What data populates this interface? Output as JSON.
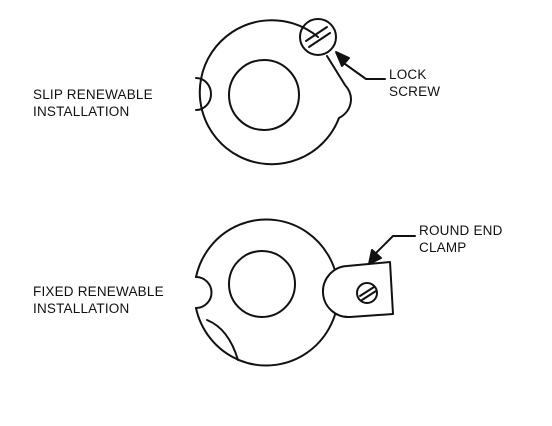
{
  "colors": {
    "ink": "#111111",
    "background": "#ffffff"
  },
  "labels": {
    "slip": {
      "line1": "SLIP RENEWABLE",
      "line2": "INSTALLATION"
    },
    "lock_screw": {
      "line1": "LOCK",
      "line2": "SCREW"
    },
    "fixed": {
      "line1": "FIXED RENEWABLE",
      "line2": "INSTALLATION"
    },
    "round_end_clamp": {
      "line1": "ROUND END",
      "line2": "CLAMP"
    }
  }
}
